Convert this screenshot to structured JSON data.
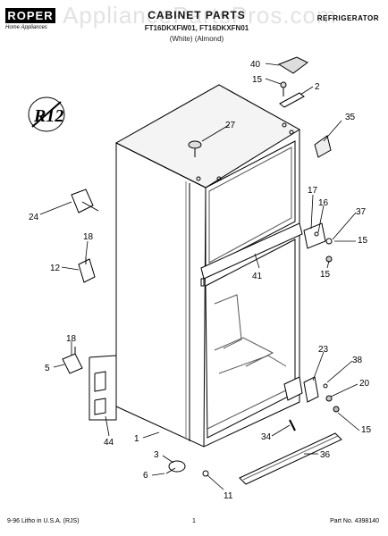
{
  "header": {
    "brand": "ROPER",
    "brand_sub": "Home Appliances",
    "title": "CABINET PARTS",
    "models": "FT16DKXFW01, FT16DKXFN01",
    "colors": "(White)          (Almond)",
    "category": "REFRIGERATOR",
    "watermark": "AppliancePartsPros.com"
  },
  "badge": {
    "text": "R12"
  },
  "callouts": [
    "40",
    "15",
    "2",
    "35",
    "27",
    "17",
    "16",
    "37",
    "15",
    "15",
    "41",
    "24",
    "18",
    "12",
    "18",
    "5",
    "23",
    "38",
    "20",
    "15",
    "34",
    "36",
    "44",
    "1",
    "3",
    "6",
    "11"
  ],
  "footer": {
    "left": "9-96 Litho in U.S.A. (RJS)",
    "center": "1",
    "right": "Part No. 4398140"
  }
}
